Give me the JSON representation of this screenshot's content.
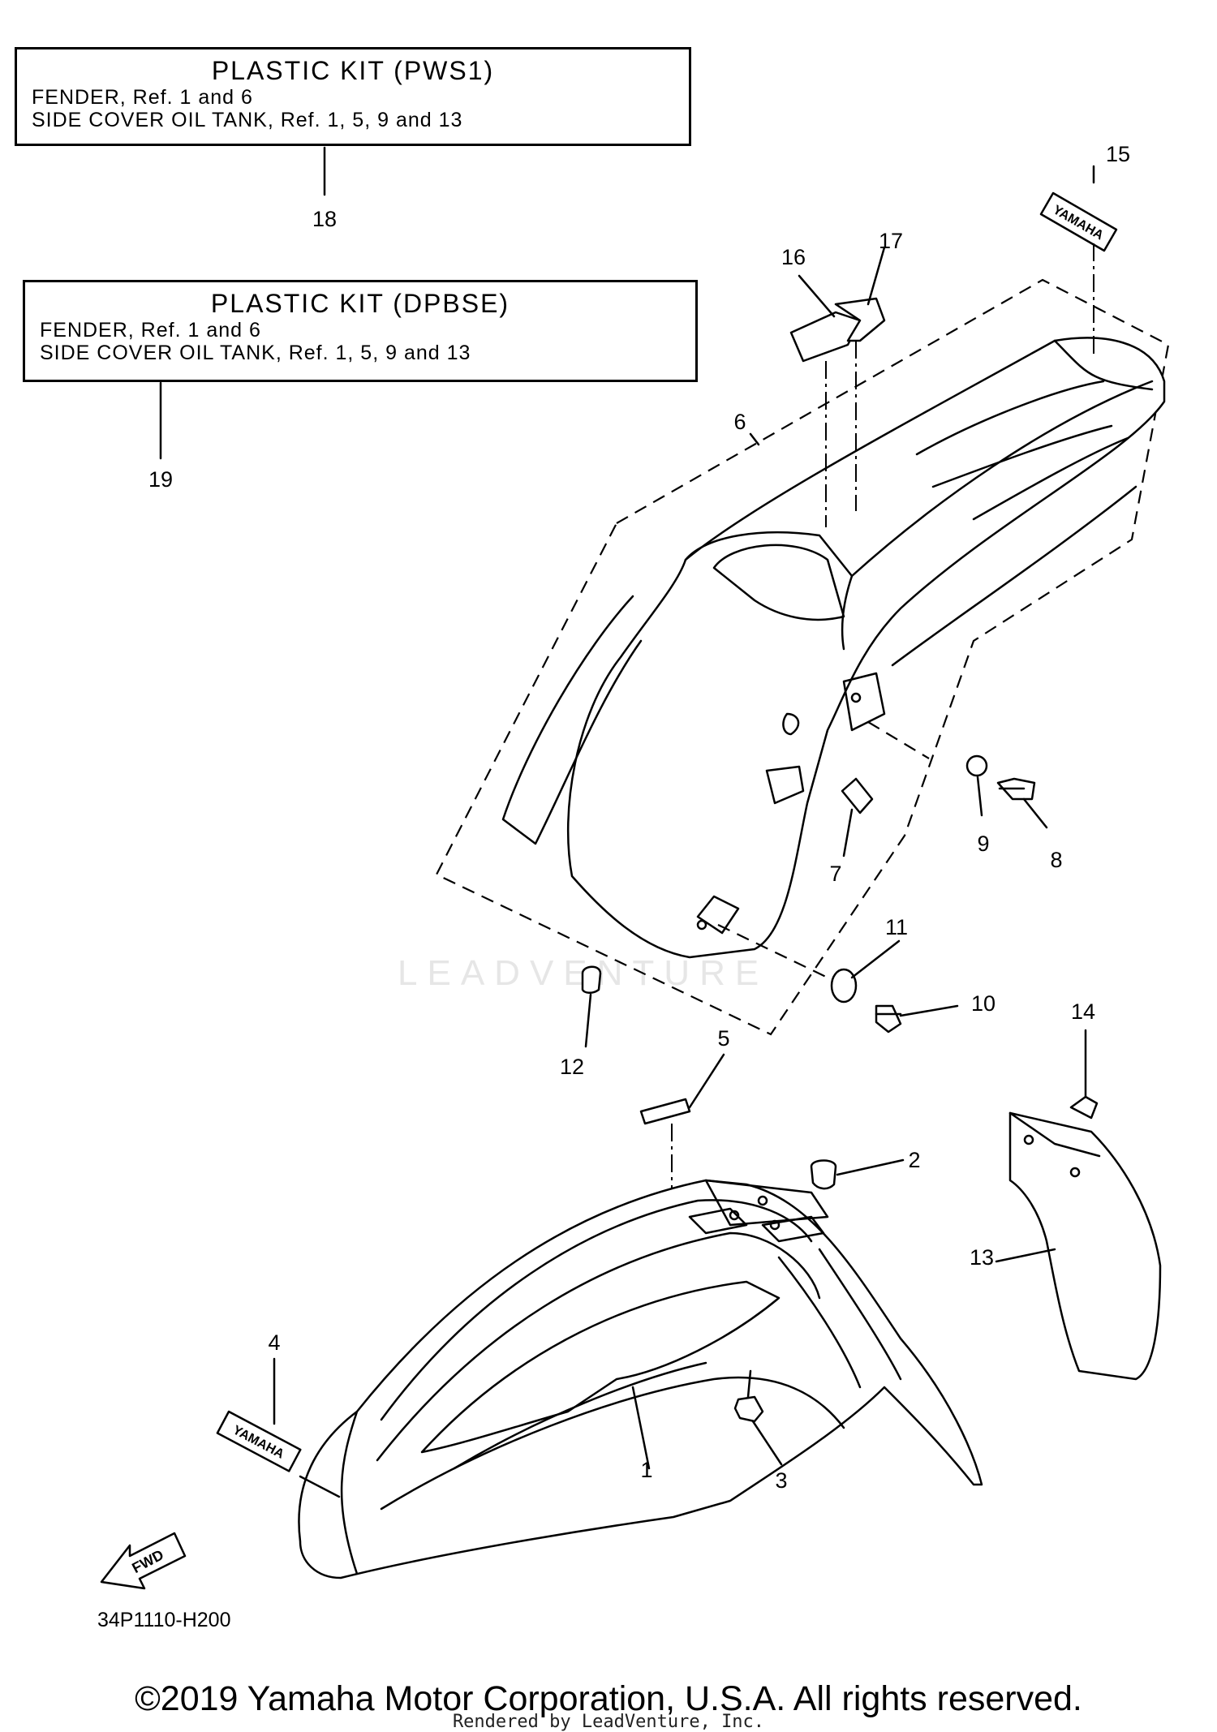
{
  "kits": [
    {
      "title": "PLASTIC KIT  (PWS1)",
      "lines": [
        "FENDER, Ref. 1 and 6",
        "SIDE COVER OIL TANK, Ref. 1, 5, 9 and 13"
      ],
      "ref": "18"
    },
    {
      "title": "PLASTIC KIT (DPBSE)",
      "lines": [
        "FENDER, Ref. 1 and 6",
        "SIDE COVER OIL TANK, Ref. 1, 5, 9 and 13"
      ],
      "ref": "19"
    }
  ],
  "callouts": {
    "c1": "1",
    "c2": "2",
    "c3": "3",
    "c4": "4",
    "c5": "5",
    "c6": "6",
    "c7": "7",
    "c8": "8",
    "c9": "9",
    "c10": "10",
    "c11": "11",
    "c12": "12",
    "c13": "13",
    "c14": "14",
    "c15": "15",
    "c16": "16",
    "c17": "17"
  },
  "labels": {
    "decal_rear": "YAMAHA",
    "decal_front": "YAMAHA",
    "fwd": "FWD"
  },
  "diagram_id": "34P1110-H200",
  "copyright": "©2019 Yamaha Motor Corporation, U.S.A. All rights reserved.",
  "rendered_by": "Rendered by LeadVenture, Inc.",
  "watermark": "LEADVENTURE"
}
